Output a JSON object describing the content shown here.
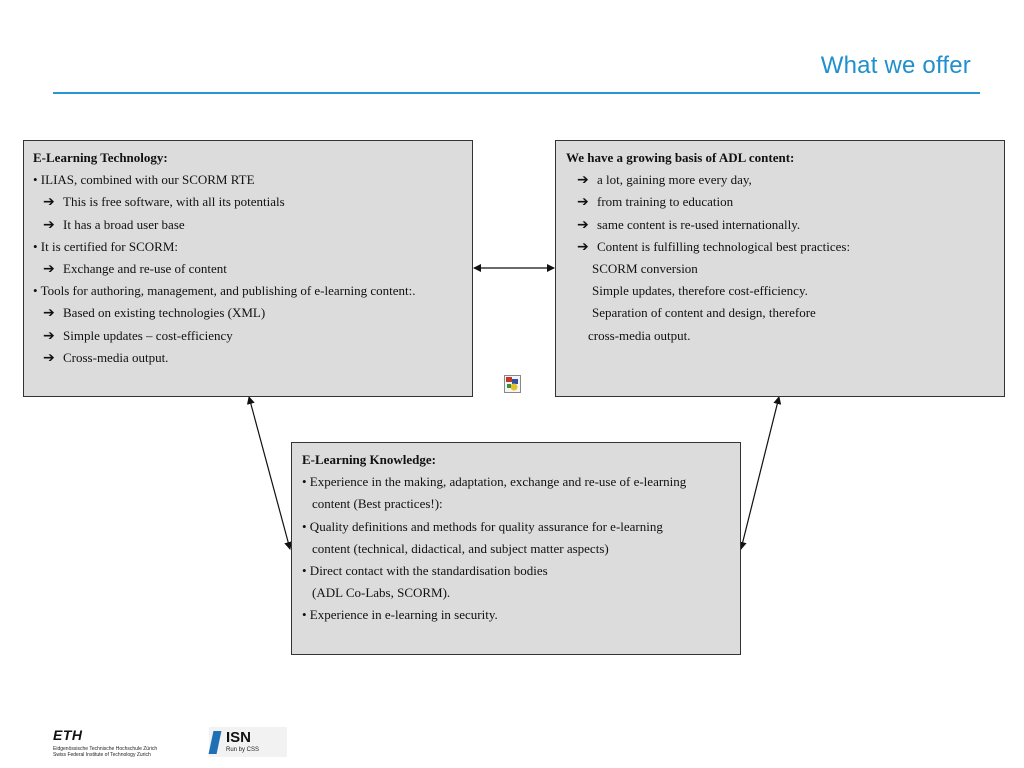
{
  "slide": {
    "title": "What we offer"
  },
  "tech_box": {
    "title": "E-Learning Technology:",
    "lines": [
      {
        "kind": "bullet",
        "text": "• ILIAS, combined with our SCORM RTE"
      },
      {
        "kind": "arrow",
        "text": "This is free software, with all its potentials"
      },
      {
        "kind": "arrow",
        "text": "It has a broad user base"
      },
      {
        "kind": "bullet",
        "text": "• It is certified for SCORM:"
      },
      {
        "kind": "arrow",
        "text": "Exchange and re-use of content"
      },
      {
        "kind": "bullet",
        "text": "• Tools for authoring, management, and publishing of e-learning content:."
      },
      {
        "kind": "arrow",
        "text": "Based on existing technologies (XML)"
      },
      {
        "kind": "arrow",
        "text": "Simple updates – cost-efficiency"
      },
      {
        "kind": "arrow",
        "text": "Cross-media output."
      }
    ]
  },
  "adl_box": {
    "title": "We have a growing basis of ADL content:",
    "lines": [
      {
        "kind": "arrow",
        "text": "a lot, gaining more every day,"
      },
      {
        "kind": "arrow",
        "text": "from training to education"
      },
      {
        "kind": "arrow",
        "text": "same content is re-used internationally."
      },
      {
        "kind": "arrow",
        "text": "Content is fulfilling technological best practices:"
      },
      {
        "kind": "plain",
        "text": "SCORM conversion"
      },
      {
        "kind": "plain",
        "text": "Simple updates, therefore cost-efficiency."
      },
      {
        "kind": "plain",
        "text": "Separation of content and design, therefore"
      },
      {
        "kind": "plain2",
        "text": "cross-media output."
      }
    ]
  },
  "knowledge_box": {
    "title": "E-Learning Knowledge:",
    "lines": [
      {
        "kind": "bullet",
        "text": "• Experience in the making, adaptation, exchange and re-use of e-learning"
      },
      {
        "kind": "cont",
        "text": "content (Best practices!):"
      },
      {
        "kind": "bullet",
        "text": "• Quality definitions and methods for quality assurance for e-learning"
      },
      {
        "kind": "cont",
        "text": "content (technical, didactical, and subject matter aspects)"
      },
      {
        "kind": "bullet",
        "text": "• Direct contact with the standardisation bodies"
      },
      {
        "kind": "cont",
        "text": "(ADL Co-Labs, SCORM)."
      },
      {
        "kind": "bullet",
        "text": "• Experience in e-learning in security."
      }
    ]
  },
  "footer": {
    "eth_logo": "ETH",
    "eth_line1": "Eidgenössische Technische Hochschule Zürich",
    "eth_line2": "Swiss Federal Institute of Technology Zurich",
    "isn_logo": "ISN",
    "isn_sub": "Run by CSS"
  },
  "colors": {
    "accent": "#1f8fce",
    "box_bg": "#dcdcdc"
  },
  "icons": {
    "arrow": "arrow-right-icon",
    "image": "image-placeholder-icon"
  }
}
